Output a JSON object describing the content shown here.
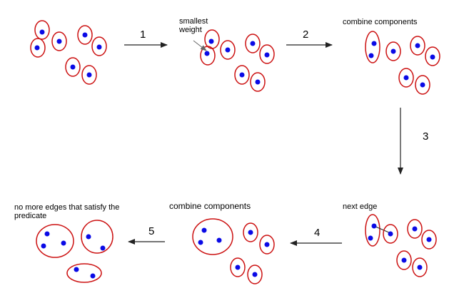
{
  "colors": {
    "component_outline": "#cc1111",
    "vertex": "#0a0ae6",
    "arrow": "#222222",
    "edge": "#222222",
    "text": "#000000"
  },
  "steps": [
    {
      "number": "1"
    },
    {
      "number": "2"
    },
    {
      "number": "3"
    },
    {
      "number": "4"
    },
    {
      "number": "5"
    }
  ],
  "annotations": {
    "smallest_weight": [
      "smallest",
      "weight"
    ],
    "combine_components_top": "combine components",
    "next_edge": "next edge",
    "combine_components_bottom": "combine components",
    "no_more_edges": [
      "no more edges that satisfy the",
      "predicate"
    ]
  }
}
